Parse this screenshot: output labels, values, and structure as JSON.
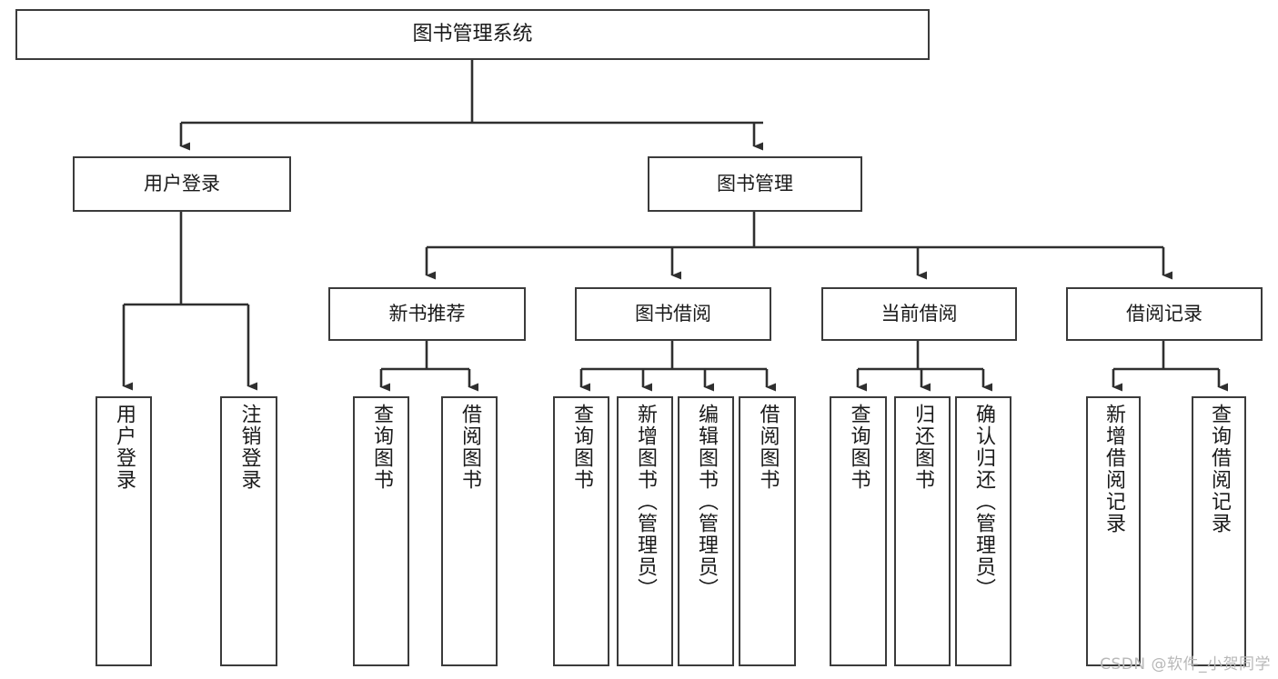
{
  "diagram": {
    "title": "图书管理系统",
    "watermark": "CSDN @软件_小贺同学",
    "colors": {
      "background": "#ffffff",
      "box_border": "#3b3b3b",
      "connector": "#2f2f2f",
      "text": "#1a1a1a",
      "watermark_text": "#b8b8b8"
    },
    "levels": {
      "root": "图书管理系统",
      "level2": [
        "用户登录",
        "图书管理"
      ],
      "level3": [
        "新书推荐",
        "图书借阅",
        "当前借阅",
        "借阅记录"
      ]
    },
    "nodes": {
      "root": {
        "label": "图书管理系统"
      },
      "user_login": {
        "label": "用户登录"
      },
      "book_manage": {
        "label": "图书管理"
      },
      "new_book_rec": {
        "label": "新书推荐"
      },
      "book_borrow": {
        "label": "图书借阅"
      },
      "current_borrow": {
        "label": "当前借阅"
      },
      "borrow_record": {
        "label": "借阅记录"
      },
      "leaf_user_login": {
        "label": "用户登录"
      },
      "leaf_logout": {
        "label": "注销登录"
      },
      "leaf_query_book_1": {
        "label": "查询图书"
      },
      "leaf_borrow_book_1": {
        "label": "借阅图书"
      },
      "leaf_query_book_2": {
        "label": "查询图书"
      },
      "leaf_add_book_admin": {
        "label": "新增图书（管理员）"
      },
      "leaf_edit_book_admin": {
        "label": "编辑图书（管理员）"
      },
      "leaf_borrow_book_2": {
        "label": "借阅图书"
      },
      "leaf_query_book_3": {
        "label": "查询图书"
      },
      "leaf_return_book": {
        "label": "归还图书"
      },
      "leaf_confirm_return_admin": {
        "label": "确认归还（管理员）"
      },
      "leaf_add_record": {
        "label": "新增借阅记录"
      },
      "leaf_query_record": {
        "label": "查询借阅记录"
      }
    }
  }
}
